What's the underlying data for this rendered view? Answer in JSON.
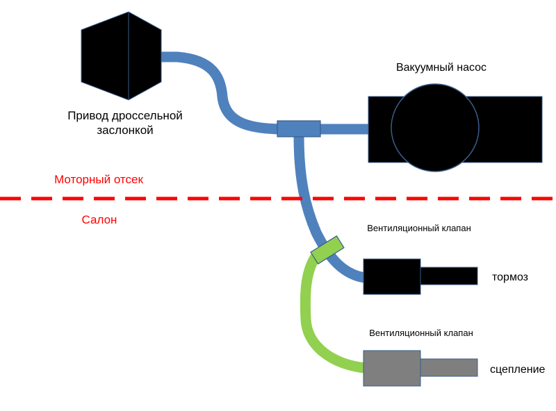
{
  "labels": {
    "throttle_line1": "Привод дроссельной",
    "throttle_line2": "заслонкой",
    "vacuum_pump": "Вакуумный насос",
    "engine_bay": "Моторный отсек",
    "cabin": "Салон",
    "vent_valve_top": "Вентиляционный клапан",
    "vent_valve_bottom": "Вентиляционный клапан",
    "brake": "тормоз",
    "clutch": "сцепление"
  },
  "colors": {
    "hose_blue": "#4f81bd",
    "hose_green": "#92d050",
    "divider_red": "#ff0000",
    "component_black": "#000000",
    "component_gray": "#7f7f7f",
    "outline": "#385d8a"
  }
}
